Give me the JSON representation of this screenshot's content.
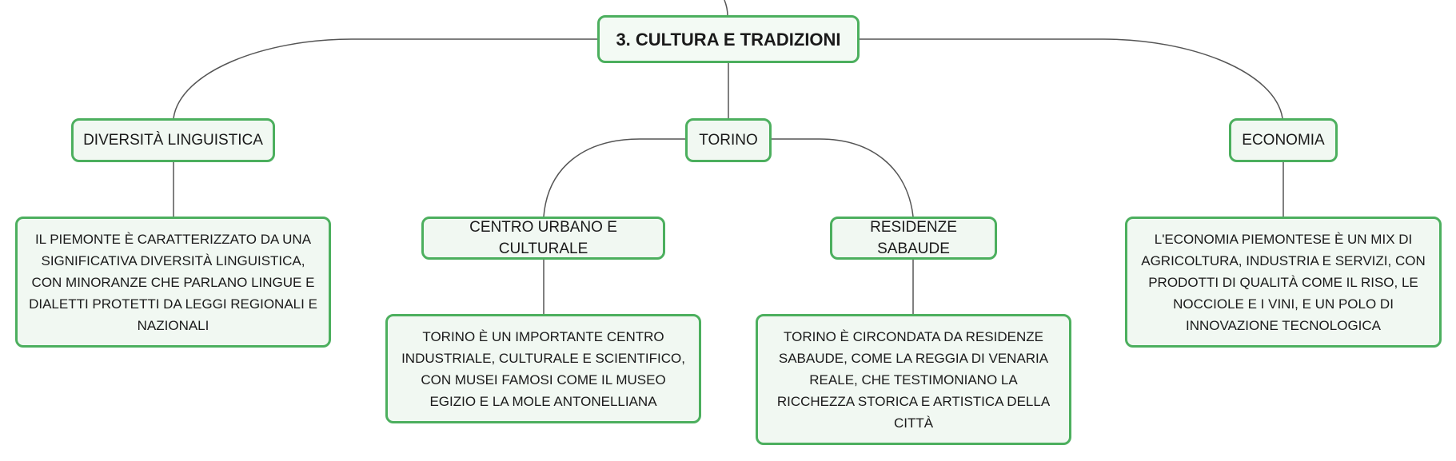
{
  "colors": {
    "node_border": "#4caf5e",
    "node_fill": "#f1f8f2",
    "connector": "#555555",
    "text": "#1a1a1a"
  },
  "root": {
    "label": "3. CULTURA E TRADIZIONI"
  },
  "branches": {
    "linguistic": {
      "label": "DIVERSITÀ LINGUISTICA",
      "detail": "IL PIEMONTE È CARATTERIZZATO DA UNA SIGNIFICATIVA DIVERSITÀ LINGUISTICA, CON MINORANZE CHE PARLANO LINGUE E DIALETTI PROTETTI DA LEGGI REGIONALI E NAZIONALI"
    },
    "torino": {
      "label": "TORINO",
      "children": {
        "centro": {
          "label": "CENTRO URBANO E CULTURALE",
          "detail": "TORINO È UN IMPORTANTE CENTRO INDUSTRIALE, CULTURALE E SCIENTIFICO, CON MUSEI FAMOSI COME IL MUSEO EGIZIO E LA MOLE ANTONELLIANA"
        },
        "residenze": {
          "label": "RESIDENZE SABAUDE",
          "detail": "TORINO È CIRCONDATA DA RESIDENZE SABAUDE, COME LA REGGIA DI VENARIA REALE, CHE TESTIMONIANO LA RICCHEZZA STORICA E ARTISTICA DELLA CITTÀ"
        }
      }
    },
    "economia": {
      "label": "ECONOMIA",
      "detail": "L'ECONOMIA PIEMONTESE È UN MIX DI AGRICOLTURA, INDUSTRIA E SERVIZI, CON PRODOTTI DI QUALITÀ COME IL RISO, LE NOCCIOLE E I VINI, E UN POLO DI INNOVAZIONE TECNOLOGICA"
    }
  }
}
